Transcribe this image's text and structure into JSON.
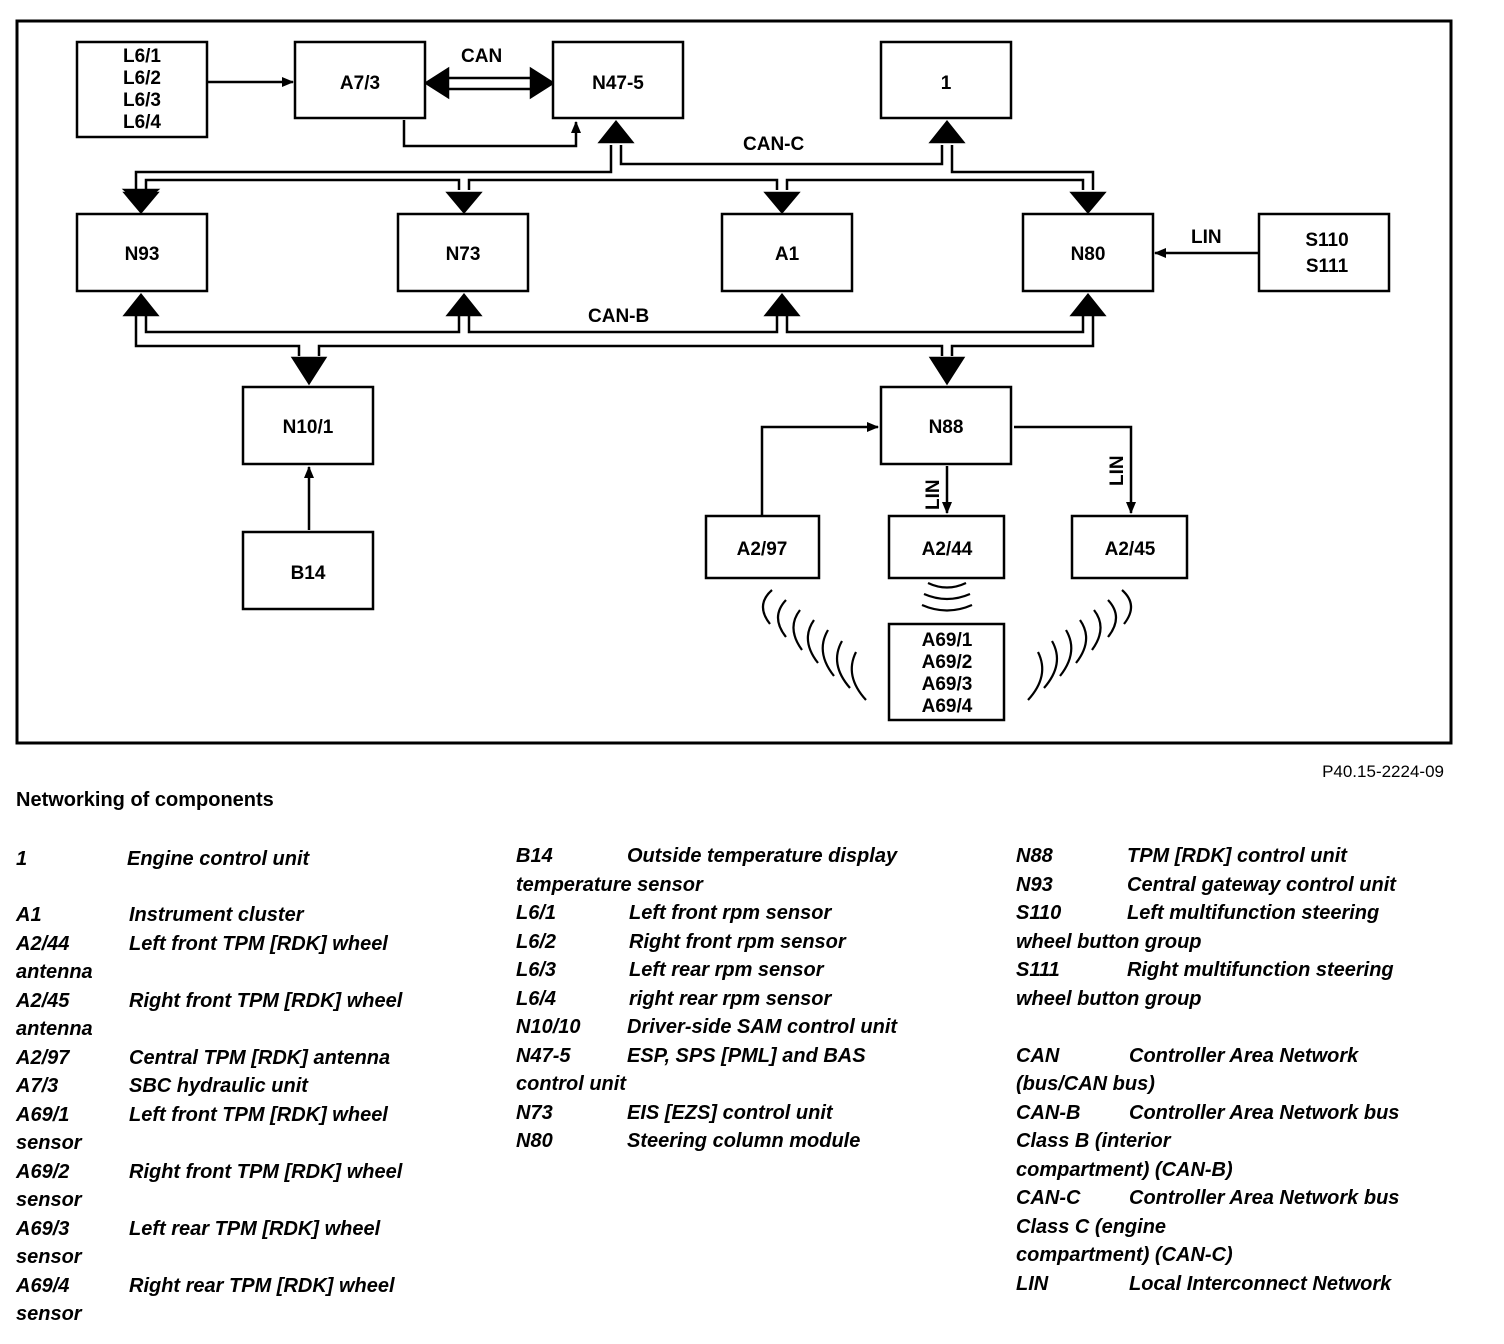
{
  "diagram": {
    "boxes": {
      "l6": [
        "L6/1",
        "L6/2",
        "L6/3",
        "L6/4"
      ],
      "a7_3": "A7/3",
      "n47_5": "N47-5",
      "engine": "1",
      "n93": "N93",
      "n73": "N73",
      "a1": "A1",
      "n80": "N80",
      "s110_s111": [
        "S110",
        "S111"
      ],
      "n10_1": "N10/1",
      "b14": "B14",
      "n88": "N88",
      "a2_97": "A2/97",
      "a2_44": "A2/44",
      "a2_45": "A2/45",
      "a69": [
        "A69/1",
        "A69/2",
        "A69/3",
        "A69/4"
      ]
    },
    "buses": {
      "can": "CAN",
      "can_c": "CAN-C",
      "can_b": "CAN-B",
      "lin_n80": "LIN",
      "lin_a2_44": "LIN",
      "lin_a2_45": "LIN"
    },
    "figure_code": "P40.15-2224-09"
  },
  "caption": "Networking of components",
  "legend": {
    "col1": [
      {
        "term": "1",
        "desc": "Engine control unit",
        "cont": ""
      },
      {
        "term": "A1",
        "desc": "Instrument cluster",
        "cont": ""
      },
      {
        "term": "A2/44",
        "desc": "Left front TPM [RDK] wheel",
        "cont": "antenna"
      },
      {
        "term": "A2/45",
        "desc": "Right front TPM [RDK] wheel",
        "cont": "antenna"
      },
      {
        "term": "A2/97",
        "desc": "Central TPM [RDK] antenna",
        "cont": ""
      },
      {
        "term": "A7/3",
        "desc": "SBC hydraulic unit",
        "cont": ""
      },
      {
        "term": "A69/1",
        "desc": "Left front TPM [RDK] wheel",
        "cont": "sensor"
      },
      {
        "term": "A69/2",
        "desc": "Right front TPM [RDK] wheel",
        "cont": "sensor"
      },
      {
        "term": "A69/3",
        "desc": "Left rear TPM [RDK] wheel",
        "cont": "sensor"
      },
      {
        "term": "A69/4",
        "desc": "Right rear TPM [RDK] wheel",
        "cont": "sensor"
      }
    ],
    "col2": [
      {
        "term": "B14",
        "desc": "Outside temperature display",
        "cont": "temperature sensor"
      },
      {
        "term": "L6/1",
        "desc": "Left front rpm sensor",
        "cont": ""
      },
      {
        "term": "L6/2",
        "desc": "Right front rpm sensor",
        "cont": ""
      },
      {
        "term": "L6/3",
        "desc": "Left rear rpm sensor",
        "cont": ""
      },
      {
        "term": "L6/4",
        "desc": "right rear rpm sensor",
        "cont": ""
      },
      {
        "term": "N10/10",
        "desc": "Driver-side SAM control unit",
        "cont": ""
      },
      {
        "term": "N47-5",
        "desc": "ESP, SPS [PML] and BAS",
        "cont": "control unit"
      },
      {
        "term": "N73",
        "desc": "EIS [EZS] control unit",
        "cont": ""
      },
      {
        "term": "N80",
        "desc": "Steering column module",
        "cont": ""
      }
    ],
    "col3": [
      {
        "term": "N88",
        "desc": "TPM [RDK] control unit",
        "cont": ""
      },
      {
        "term": "N93",
        "desc": "Central gateway control unit",
        "cont": ""
      },
      {
        "term": "S110",
        "desc": "Left multifunction steering",
        "cont": "wheel button group"
      },
      {
        "term": "S111",
        "desc": "Right multifunction steering",
        "cont": "wheel button group"
      }
    ],
    "col3b": [
      {
        "term": "CAN",
        "desc": "Controller Area Network",
        "cont": "(bus/CAN bus)"
      },
      {
        "term": "CAN-B",
        "desc": "Controller Area Network bus",
        "cont": "Class B (interior",
        "cont2": "compartment) (CAN-B)"
      },
      {
        "term": "CAN-C",
        "desc": "Controller Area Network bus",
        "cont": "Class C (engine",
        "cont2": "compartment) (CAN-C)"
      },
      {
        "term": "LIN",
        "desc": "Local Interconnect Network",
        "cont": ""
      }
    ]
  }
}
